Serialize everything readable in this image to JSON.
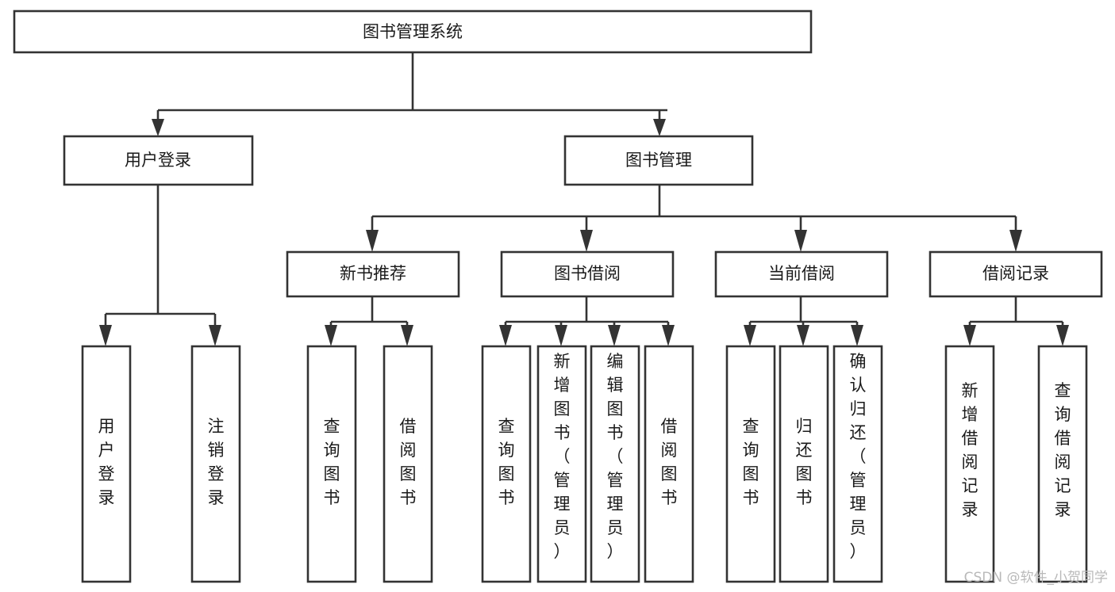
{
  "diagram": {
    "title": "图书管理系统",
    "type": "hierarchy-tree",
    "watermark": "CSDN @软件_小贺同学",
    "colors": {
      "box_stroke": "#333333",
      "box_fill": "#ffffff",
      "text": "#1a1a1a",
      "background": "#ffffff",
      "watermark": "#b9b9b9"
    },
    "levels": [
      {
        "level": 1,
        "nodes": [
          {
            "id": "root",
            "label": "图书管理系统",
            "orientation": "horizontal"
          }
        ]
      },
      {
        "level": 2,
        "nodes": [
          {
            "id": "login",
            "label": "用户登录",
            "orientation": "horizontal",
            "parent": "root"
          },
          {
            "id": "bookmgmt",
            "label": "图书管理",
            "orientation": "horizontal",
            "parent": "root"
          }
        ]
      },
      {
        "level": 3,
        "nodes": [
          {
            "id": "newbook",
            "label": "新书推荐",
            "orientation": "horizontal",
            "parent": "bookmgmt"
          },
          {
            "id": "borrow",
            "label": "图书借阅",
            "orientation": "horizontal",
            "parent": "bookmgmt"
          },
          {
            "id": "current",
            "label": "当前借阅",
            "orientation": "horizontal",
            "parent": "bookmgmt"
          },
          {
            "id": "records",
            "label": "借阅记录",
            "orientation": "horizontal",
            "parent": "bookmgmt"
          }
        ]
      },
      {
        "level": 4,
        "nodes": [
          {
            "id": "leaf1",
            "label": "用户登录",
            "orientation": "vertical",
            "parent": "login"
          },
          {
            "id": "leaf2",
            "label": "注销登录",
            "orientation": "vertical",
            "parent": "login"
          },
          {
            "id": "leaf3",
            "label": "查询图书",
            "orientation": "vertical",
            "parent": "newbook"
          },
          {
            "id": "leaf4",
            "label": "借阅图书",
            "orientation": "vertical",
            "parent": "newbook"
          },
          {
            "id": "leaf5",
            "label": "查询图书",
            "orientation": "vertical",
            "parent": "borrow"
          },
          {
            "id": "leaf6",
            "label": "新增图书（管理员）",
            "orientation": "vertical",
            "parent": "borrow"
          },
          {
            "id": "leaf7",
            "label": "编辑图书（管理员）",
            "orientation": "vertical",
            "parent": "borrow"
          },
          {
            "id": "leaf8",
            "label": "借阅图书",
            "orientation": "vertical",
            "parent": "borrow"
          },
          {
            "id": "leaf9",
            "label": "查询图书",
            "orientation": "vertical",
            "parent": "current"
          },
          {
            "id": "leaf10",
            "label": "归还图书",
            "orientation": "vertical",
            "parent": "current"
          },
          {
            "id": "leaf11",
            "label": "确认归还（管理员）",
            "orientation": "vertical",
            "parent": "current"
          },
          {
            "id": "leaf12",
            "label": "新增借阅记录",
            "orientation": "vertical",
            "parent": "records"
          },
          {
            "id": "leaf13",
            "label": "查询借阅记录",
            "orientation": "vertical",
            "parent": "records"
          }
        ]
      }
    ]
  }
}
